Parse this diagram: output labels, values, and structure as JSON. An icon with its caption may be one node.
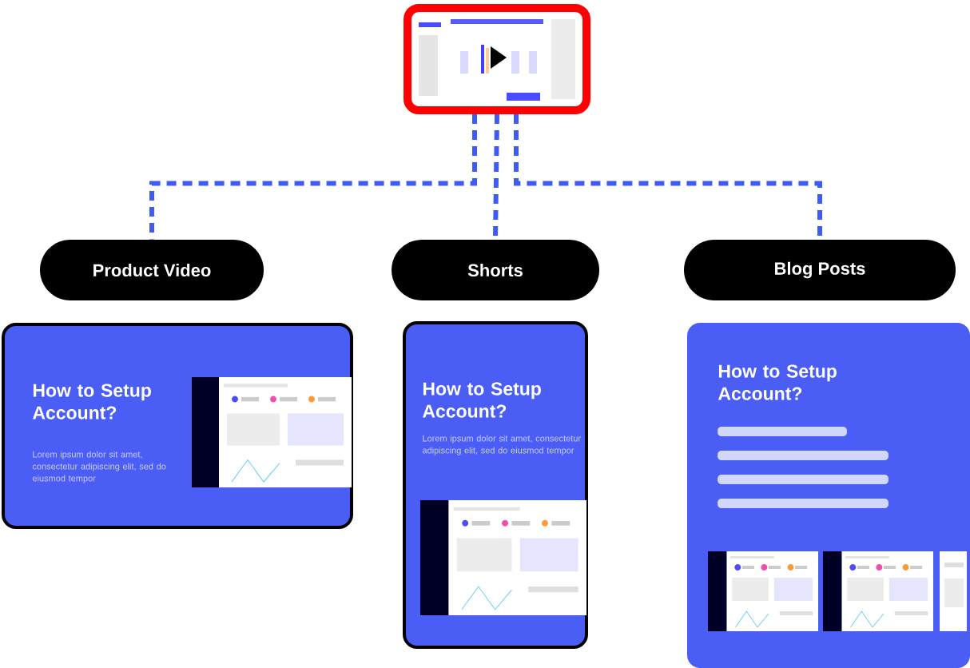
{
  "diagram": {
    "nodes": [
      {
        "text": [],
        "shape": "picture"
      },
      {
        "text": [
          "Product Video"
        ]
      },
      {
        "text": [
          "Shorts"
        ]
      },
      {
        "text": [
          "Blog Posts"
        ]
      },
      {
        "text": [
          "How to Setup Account?",
          "Lorem ipsum dolor sit amet, consectetur adipiscing elit, sed do eiusmod tempor"
        ]
      },
      {
        "text": [
          "How to Setup Account?",
          "Lorem ipsum dolor sit amet, consectetur adipiscing elit, sed do eiusmod tempor"
        ]
      },
      {
        "text": [
          "How to Setup Account?"
        ]
      }
    ],
    "edges": [
      {
        "from": 0,
        "to": 1,
        "arrow": "none",
        "style": "dashed",
        "color": "#3f5bf6"
      },
      {
        "from": 0,
        "to": 2,
        "arrow": "none",
        "style": "dashed",
        "color": "#3f5bf6"
      },
      {
        "from": 0,
        "to": 3,
        "arrow": "none",
        "style": "dashed",
        "color": "#3f5bf6"
      }
    ]
  }
}
